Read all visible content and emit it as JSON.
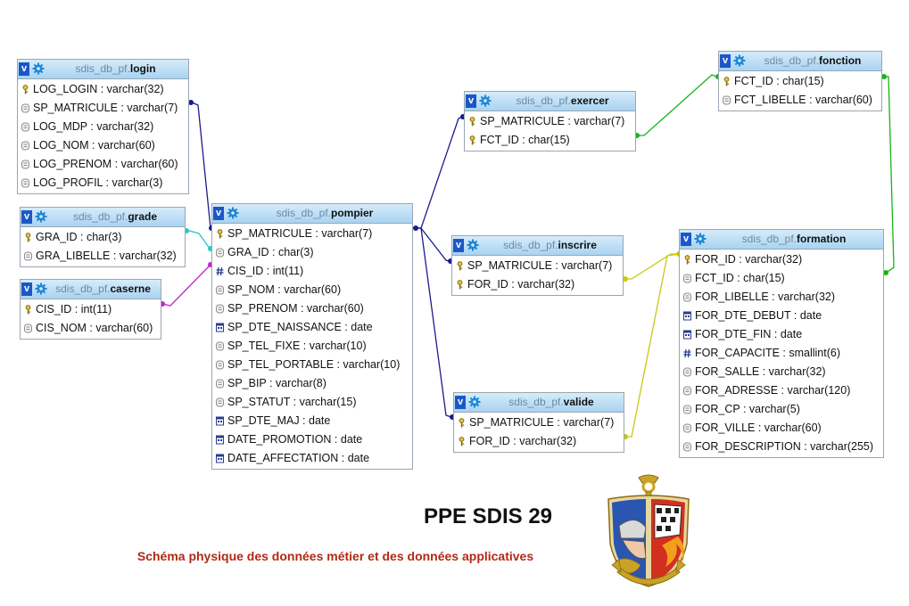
{
  "colors": {
    "header_top": "#d6ecfa",
    "header_bottom": "#a9d3f1",
    "db_prefix": "#6c8aa3",
    "subtitle": "#b02a16",
    "link_navy": "#1b1b8f",
    "link_green": "#18b218",
    "link_cyan": "#28c6c6",
    "link_magenta": "#c028c0",
    "link_yellow": "#c8c814"
  },
  "tables": {
    "login": {
      "db": "sdis_db_pf.",
      "name": "login",
      "columns": [
        {
          "text": "LOG_LOGIN : varchar(32)",
          "icon": "key-icon"
        },
        {
          "text": "SP_MATRICULE : varchar(7)",
          "icon": "text-column-icon"
        },
        {
          "text": "LOG_MDP : varchar(32)",
          "icon": "text-column-icon"
        },
        {
          "text": "LOG_NOM : varchar(60)",
          "icon": "text-column-icon"
        },
        {
          "text": "LOG_PRENOM : varchar(60)",
          "icon": "text-column-icon"
        },
        {
          "text": "LOG_PROFIL : varchar(3)",
          "icon": "text-column-icon"
        }
      ]
    },
    "grade": {
      "db": "sdis_db_pf.",
      "name": "grade",
      "columns": [
        {
          "text": "GRA_ID : char(3)",
          "icon": "key-icon"
        },
        {
          "text": "GRA_LIBELLE : varchar(32)",
          "icon": "text-column-icon"
        }
      ]
    },
    "caserne": {
      "db": "sdis_db_pf.",
      "name": "caserne",
      "columns": [
        {
          "text": "CIS_ID : int(11)",
          "icon": "key-icon"
        },
        {
          "text": "CIS_NOM : varchar(60)",
          "icon": "text-column-icon"
        }
      ]
    },
    "pompier": {
      "db": "sdis_db_pf.",
      "name": "pompier",
      "columns": [
        {
          "text": "SP_MATRICULE : varchar(7)",
          "icon": "key-icon"
        },
        {
          "text": "GRA_ID : char(3)",
          "icon": "text-column-icon"
        },
        {
          "text": "CIS_ID : int(11)",
          "icon": "numeric-column-icon"
        },
        {
          "text": "SP_NOM : varchar(60)",
          "icon": "text-column-icon"
        },
        {
          "text": "SP_PRENOM : varchar(60)",
          "icon": "text-column-icon"
        },
        {
          "text": "SP_DTE_NAISSANCE : date",
          "icon": "date-column-icon"
        },
        {
          "text": "SP_TEL_FIXE : varchar(10)",
          "icon": "text-column-icon"
        },
        {
          "text": "SP_TEL_PORTABLE : varchar(10)",
          "icon": "text-column-icon"
        },
        {
          "text": "SP_BIP : varchar(8)",
          "icon": "text-column-icon"
        },
        {
          "text": "SP_STATUT : varchar(15)",
          "icon": "text-column-icon"
        },
        {
          "text": "SP_DTE_MAJ : date",
          "icon": "date-column-icon"
        },
        {
          "text": "DATE_PROMOTION : date",
          "icon": "date-column-icon"
        },
        {
          "text": "DATE_AFFECTATION : date",
          "icon": "date-column-icon"
        }
      ]
    },
    "exercer": {
      "db": "sdis_db_pf.",
      "name": "exercer",
      "columns": [
        {
          "text": "SP_MATRICULE : varchar(7)",
          "icon": "key-icon"
        },
        {
          "text": "FCT_ID : char(15)",
          "icon": "key-icon"
        }
      ]
    },
    "fonction": {
      "db": "sdis_db_pf.",
      "name": "fonction",
      "columns": [
        {
          "text": "FCT_ID : char(15)",
          "icon": "key-icon"
        },
        {
          "text": "FCT_LIBELLE : varchar(60)",
          "icon": "text-column-icon"
        }
      ]
    },
    "inscrire": {
      "db": "sdis_db_pf.",
      "name": "inscrire",
      "columns": [
        {
          "text": "SP_MATRICULE : varchar(7)",
          "icon": "key-icon"
        },
        {
          "text": "FOR_ID : varchar(32)",
          "icon": "key-icon"
        }
      ]
    },
    "valide": {
      "db": "sdis_db_pf.",
      "name": "valide",
      "columns": [
        {
          "text": "SP_MATRICULE : varchar(7)",
          "icon": "key-icon"
        },
        {
          "text": "FOR_ID : varchar(32)",
          "icon": "key-icon"
        }
      ]
    },
    "formation": {
      "db": "sdis_db_pf.",
      "name": "formation",
      "columns": [
        {
          "text": "FOR_ID : varchar(32)",
          "icon": "key-icon"
        },
        {
          "text": "FCT_ID : char(15)",
          "icon": "text-column-icon"
        },
        {
          "text": "FOR_LIBELLE : varchar(32)",
          "icon": "text-column-icon"
        },
        {
          "text": "FOR_DTE_DEBUT : date",
          "icon": "date-column-icon"
        },
        {
          "text": "FOR_DTE_FIN : date",
          "icon": "date-column-icon"
        },
        {
          "text": "FOR_CAPACITE : smallint(6)",
          "icon": "numeric-column-icon"
        },
        {
          "text": "FOR_SALLE : varchar(32)",
          "icon": "text-column-icon"
        },
        {
          "text": "FOR_ADRESSE : varchar(120)",
          "icon": "text-column-icon"
        },
        {
          "text": "FOR_CP : varchar(5)",
          "icon": "text-column-icon"
        },
        {
          "text": "FOR_VILLE : varchar(60)",
          "icon": "text-column-icon"
        },
        {
          "text": "FOR_DESCRIPTION : varchar(255)",
          "icon": "text-column-icon"
        }
      ]
    }
  },
  "page": {
    "title": "PPE SDIS 29",
    "subtitle": "Schéma physique des données métier et des données applicatives"
  },
  "emblem": {
    "icon": "sdis-29-emblem-icon"
  }
}
